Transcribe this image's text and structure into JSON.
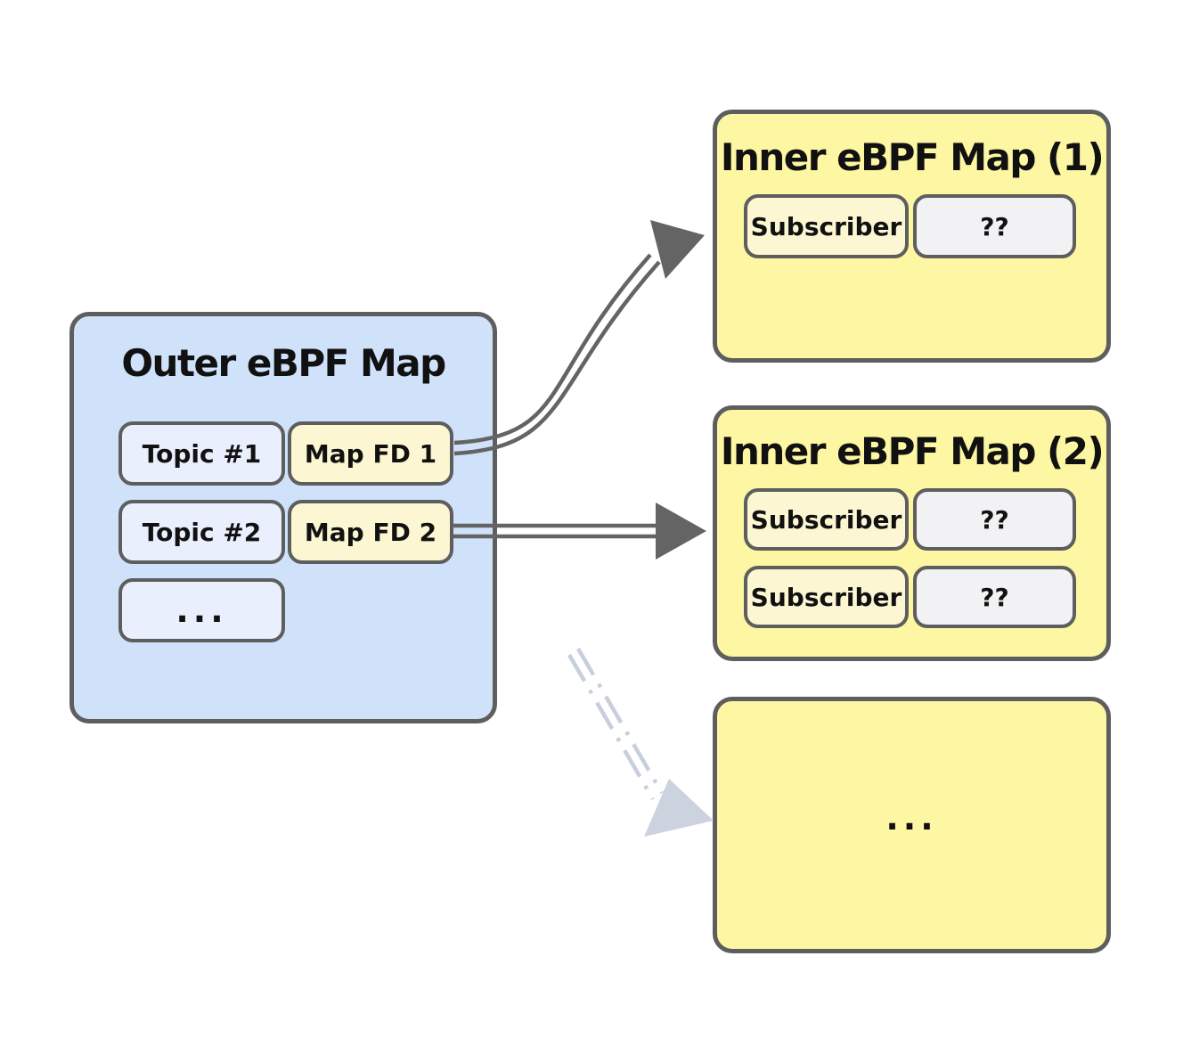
{
  "colors": {
    "background": "#ffffff",
    "outer_map_fill": "#cfe2fa",
    "topic_cell_fill": "#e9effc",
    "map_fd_cell_fill": "#fcf7d2",
    "inner_map_fill": "#fdf6a3",
    "subscriber_cell_fill": "#fcf7d2",
    "unknown_cell_fill": "#f2f2f4",
    "border": "#5e5e5e",
    "arrow": "#646464",
    "dashed_arrow": "#c7cfdc",
    "text": "#111111"
  },
  "outer_map": {
    "title": "Outer eBPF Map",
    "rows": [
      {
        "key": "Topic #1",
        "value": "Map FD 1"
      },
      {
        "key": "Topic #2",
        "value": "Map FD 2"
      }
    ],
    "ellipsis": "..."
  },
  "inner_map_1": {
    "title": "Inner eBPF Map (1)",
    "rows": [
      {
        "key": "Subscriber",
        "value": "??"
      }
    ]
  },
  "inner_map_2": {
    "title": "Inner eBPF Map (2)",
    "rows": [
      {
        "key": "Subscriber",
        "value": "??"
      },
      {
        "key": "Subscriber",
        "value": "??"
      }
    ]
  },
  "more_box": {
    "label": "..."
  }
}
